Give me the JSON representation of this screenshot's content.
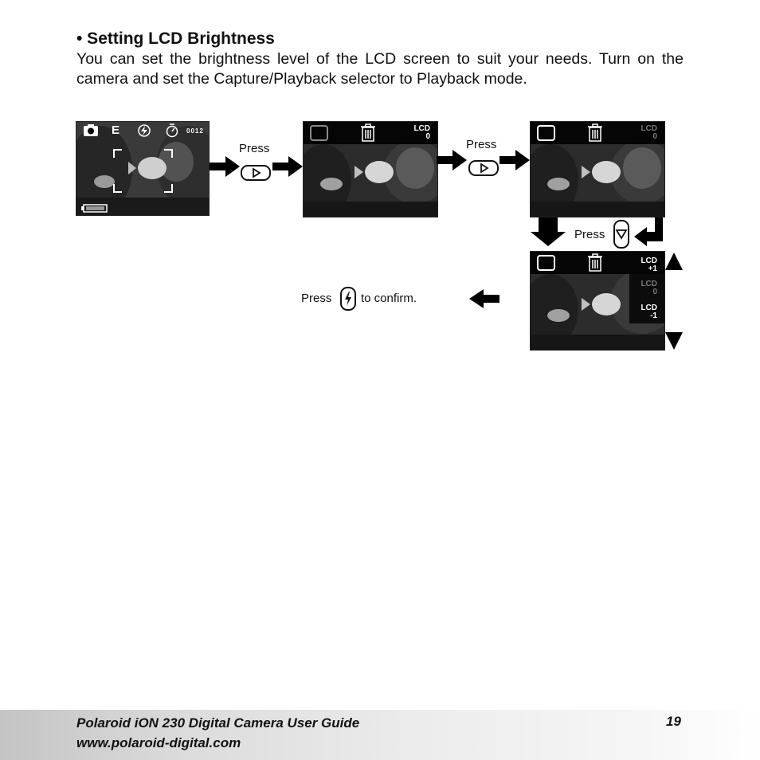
{
  "heading": "• Setting LCD Brightness",
  "intro": "You can set the brightness level of the LCD screen to suit your needs. Turn on the camera and set the Capture/Playback selector to Playback mode.",
  "screen1": {
    "mode_letter": "E",
    "counter": "0012"
  },
  "screen2": {
    "lcd_label": "LCD",
    "lcd_value": "0"
  },
  "screen3": {
    "lcd_label": "LCD",
    "lcd_value": "0"
  },
  "screen4": {
    "options": [
      {
        "label": "LCD",
        "value": "+1"
      },
      {
        "label": "LCD",
        "value": "0"
      },
      {
        "label": "LCD",
        "value": "-1"
      }
    ]
  },
  "instructions": {
    "press_1": "Press",
    "press_2": "Press",
    "press_3": "Press",
    "press_4": "Press",
    "confirm": "to confirm."
  },
  "footer": {
    "title": "Polaroid iON 230 Digital Camera User Guide",
    "url": "www.polaroid-digital.com",
    "page_number": "19"
  }
}
